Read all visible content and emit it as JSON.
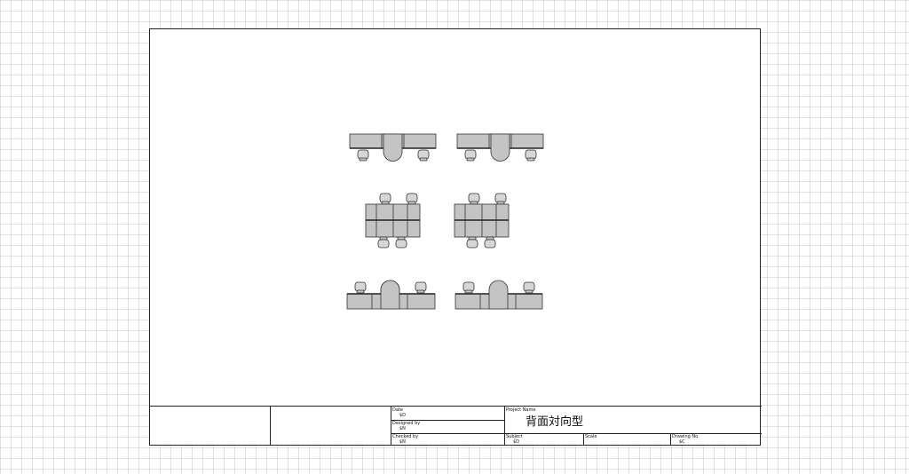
{
  "title_block": {
    "date": {
      "label": "Date",
      "value": "$D"
    },
    "designed_by": {
      "label": "Designed by",
      "value": "$N"
    },
    "checked_by": {
      "label": "Checked by",
      "value": "$N"
    },
    "project_name": {
      "label": "Project Name",
      "value": "背面対向型"
    },
    "subject": {
      "label": "Subject",
      "value": "$D"
    },
    "scale": {
      "label": "Scale",
      "value": ""
    },
    "drawing_no": {
      "label": "Drawing No.",
      "value": "$C"
    }
  },
  "colors": {
    "furniture_fill": "#c4c4c4",
    "stroke": "#333333",
    "grid": "#aaaaaa"
  }
}
